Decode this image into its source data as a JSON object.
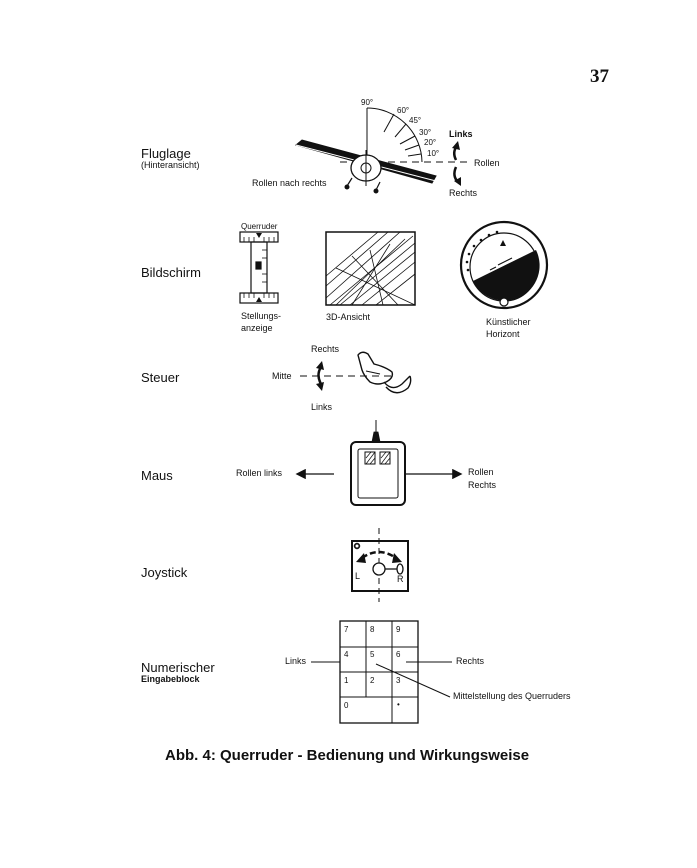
{
  "page": {
    "number": "37"
  },
  "rows": {
    "fluglage": {
      "label": "Fluglage",
      "sublabel": "(Hinteransicht)",
      "angles": [
        "90°",
        "60°",
        "45°",
        "30°",
        "20°",
        "10°"
      ],
      "roll_right": "Rollen nach rechts",
      "links": "Links",
      "rollen": "Rollen",
      "rechts": "Rechts"
    },
    "bildschirm": {
      "label": "Bildschirm",
      "querruder": "Querruder",
      "stellungsanzeige": "Stellungs-\nanzeige",
      "ansicht": "3D-Ansicht",
      "horizont": "Künstlicher\nHorizont"
    },
    "steuer": {
      "label": "Steuer",
      "rechts": "Rechts",
      "mitte": "Mitte",
      "links": "Links"
    },
    "maus": {
      "label": "Maus",
      "left": "Rollen links",
      "right": "Rollen\nRechts"
    },
    "joystick": {
      "label": "Joystick",
      "l": "L",
      "r": "R"
    },
    "numerischer": {
      "label": "Numerischer",
      "sublabel": "Eingabeblock",
      "links": "Links",
      "rechts": "Rechts",
      "mittel": "Mittelstellung des Querruders",
      "keys": [
        "7",
        "8",
        "9",
        "4",
        "5",
        "6",
        "1",
        "2",
        "3",
        "0",
        "•"
      ]
    }
  },
  "caption": "Abb. 4: Querruder - Bedienung und Wirkungsweise"
}
